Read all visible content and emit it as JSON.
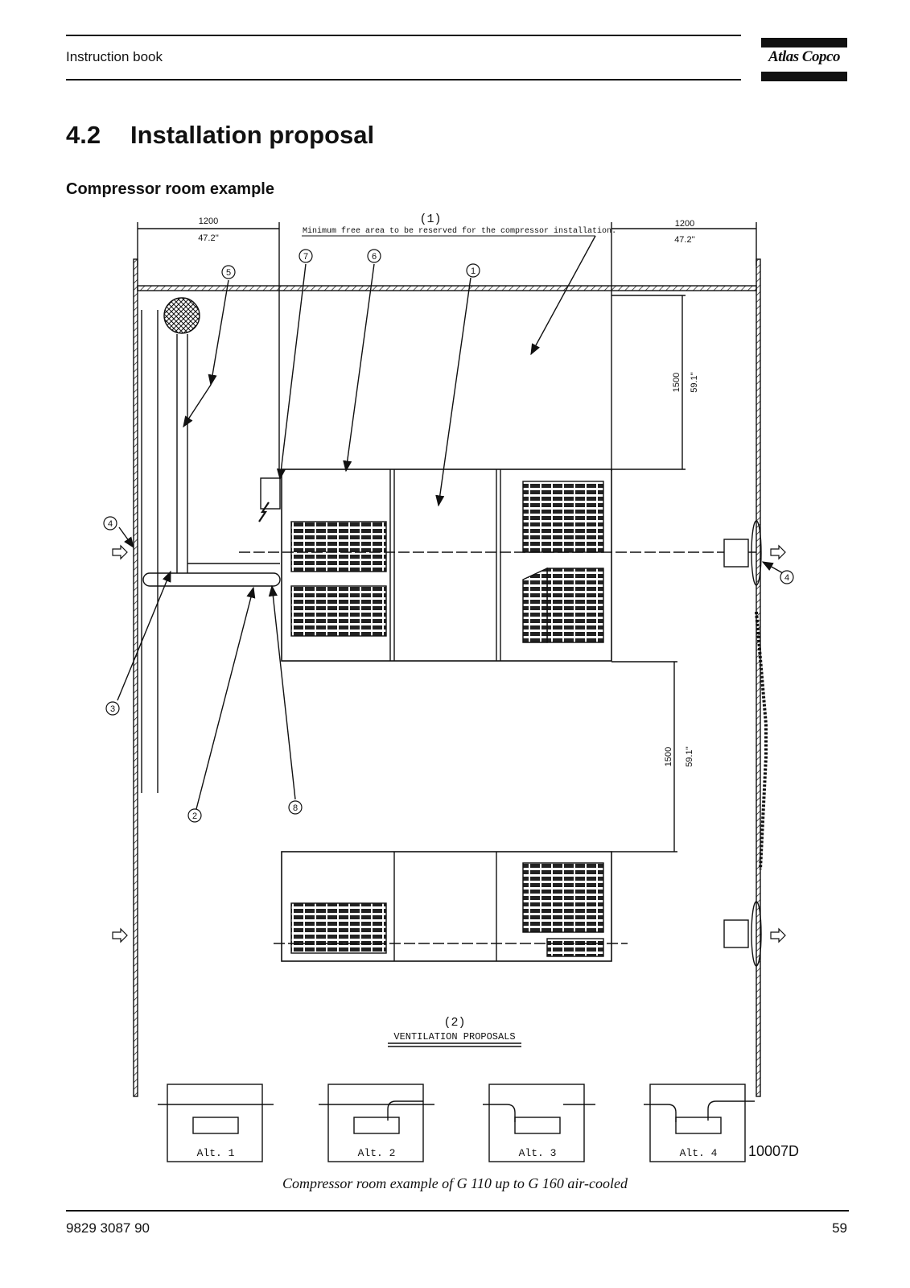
{
  "header": {
    "title": "Instruction book",
    "brand_logo": "Atlas Copco"
  },
  "section": {
    "number": "4.2",
    "title": "Installation proposal"
  },
  "subheading": "Compressor room example",
  "drawing": {
    "dims": {
      "left_mm": "1200",
      "left_in": "47.2''",
      "right_mm": "1200",
      "right_in": "47.2''",
      "top_mm": "1500",
      "top_in": "59.1''",
      "mid_mm": "1500",
      "mid_in": "59.1''"
    },
    "note1_marker": "(1)",
    "note1_text": "Minimum free area to be reserved for the compressor installation.",
    "note2_marker": "(2)",
    "note2_text": "VENTILATION PROPOSALS",
    "callouts": [
      "1",
      "2",
      "3",
      "4",
      "5",
      "6",
      "7",
      "8",
      "4"
    ],
    "alternatives": [
      "Alt. 1",
      "Alt. 2",
      "Alt. 3",
      "Alt. 4"
    ],
    "drawing_ref": "10007D"
  },
  "caption": "Compressor room example of G 110 up to G 160 air-cooled",
  "footer": {
    "doc_number": "9829 3087 90",
    "page": "59"
  }
}
